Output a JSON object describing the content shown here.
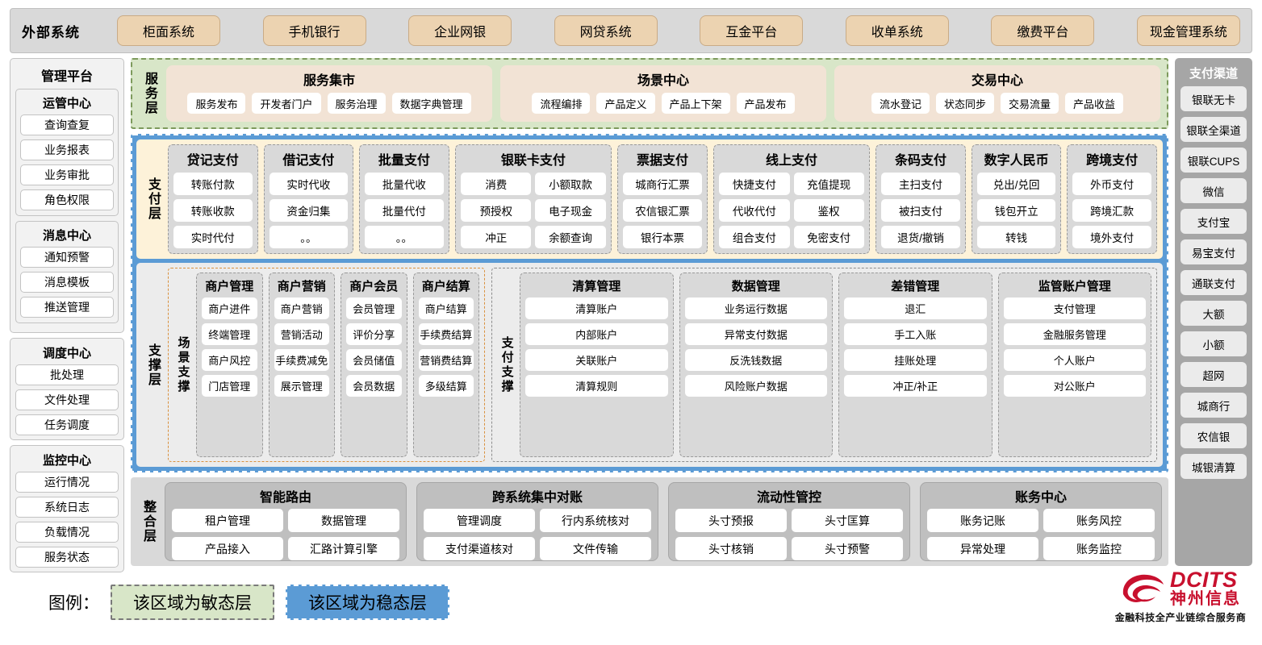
{
  "external": {
    "title": "外部系统",
    "items": [
      "柜面系统",
      "手机银行",
      "企业网银",
      "网贷系统",
      "互金平台",
      "收单系统",
      "缴费平台",
      "现金管理系统"
    ]
  },
  "management": {
    "title": "管理平台",
    "groups": [
      {
        "title": "运管中心",
        "items": [
          "查询查复",
          "业务报表",
          "业务审批",
          "角色权限"
        ]
      },
      {
        "title": "消息中心",
        "items": [
          "通知预警",
          "消息模板",
          "推送管理"
        ]
      }
    ],
    "standalone": [
      {
        "title": "调度中心",
        "items": [
          "批处理",
          "文件处理",
          "任务调度"
        ]
      },
      {
        "title": "监控中心",
        "items": [
          "运行情况",
          "系统日志",
          "负载情况",
          "服务状态"
        ]
      }
    ]
  },
  "service_layer": {
    "label": "服务层",
    "groups": [
      {
        "title": "服务集市",
        "items": [
          "服务发布",
          "开发者门户",
          "服务治理",
          "数据字典管理"
        ]
      },
      {
        "title": "场景中心",
        "items": [
          "流程编排",
          "产品定义",
          "产品上下架",
          "产品发布"
        ]
      },
      {
        "title": "交易中心",
        "items": [
          "流水登记",
          "状态同步",
          "交易流量",
          "产品收益"
        ]
      }
    ]
  },
  "pay_layer": {
    "label": "支付层",
    "groups": [
      {
        "title": "贷记支付",
        "cols": 1,
        "items": [
          "转账付款",
          "转账收款",
          "实时代付"
        ]
      },
      {
        "title": "借记支付",
        "cols": 1,
        "items": [
          "实时代收",
          "资金归集",
          "。。"
        ]
      },
      {
        "title": "批量支付",
        "cols": 1,
        "items": [
          "批量代收",
          "批量代付",
          "。。"
        ]
      },
      {
        "title": "银联卡支付",
        "cols": 2,
        "items": [
          "消费",
          "小额取款",
          "预授权",
          "电子现金",
          "冲正",
          "余额查询"
        ]
      },
      {
        "title": "票据支付",
        "cols": 1,
        "items": [
          "城商行汇票",
          "农信银汇票",
          "银行本票"
        ]
      },
      {
        "title": "线上支付",
        "cols": 2,
        "items": [
          "快捷支付",
          "充值提现",
          "代收代付",
          "鉴权",
          "组合支付",
          "免密支付"
        ]
      },
      {
        "title": "条码支付",
        "cols": 1,
        "items": [
          "主扫支付",
          "被扫支付",
          "退货/撤销"
        ]
      },
      {
        "title": "数字人民币",
        "cols": 1,
        "items": [
          "兑出/兑回",
          "钱包开立",
          "转钱"
        ]
      },
      {
        "title": "跨境支付",
        "cols": 1,
        "items": [
          "外币支付",
          "跨境汇款",
          "境外支付"
        ]
      }
    ]
  },
  "support_layer": {
    "label": "支撑层",
    "zones": [
      {
        "label": "场景支撑",
        "groups": [
          {
            "title": "商户管理",
            "items": [
              "商户进件",
              "终端管理",
              "商户风控",
              "门店管理"
            ]
          },
          {
            "title": "商户营销",
            "items": [
              "商户营销",
              "营销活动",
              "手续费减免",
              "展示管理"
            ]
          },
          {
            "title": "商户会员",
            "items": [
              "会员管理",
              "评价分享",
              "会员储值",
              "会员数据"
            ]
          },
          {
            "title": "商户结算",
            "items": [
              "商户结算",
              "手续费结算",
              "营销费结算",
              "多级结算"
            ]
          }
        ]
      },
      {
        "label": "支付支撑",
        "groups": [
          {
            "title": "清算管理",
            "items": [
              "清算账户",
              "内部账户",
              "关联账户",
              "清算规则"
            ]
          },
          {
            "title": "数据管理",
            "items": [
              "业务运行数据",
              "异常支付数据",
              "反洗钱数据",
              "风险账户数据"
            ]
          },
          {
            "title": "差错管理",
            "items": [
              "退汇",
              "手工入账",
              "挂账处理",
              "冲正/补正"
            ]
          },
          {
            "title": "监管账户管理",
            "items": [
              "支付管理",
              "金融服务管理",
              "个人账户",
              "对公账户"
            ]
          }
        ]
      }
    ]
  },
  "integration_layer": {
    "label": "整合层",
    "groups": [
      {
        "title": "智能路由",
        "items": [
          "租户管理",
          "数据管理",
          "产品接入",
          "汇路计算引擎"
        ]
      },
      {
        "title": "跨系统集中对账",
        "items": [
          "管理调度",
          "行内系统核对",
          "支付渠道核对",
          "文件传输"
        ]
      },
      {
        "title": "流动性管控",
        "items": [
          "头寸预报",
          "头寸匡算",
          "头寸核销",
          "头寸预警"
        ]
      },
      {
        "title": "账务中心",
        "items": [
          "账务记账",
          "账务风控",
          "异常处理",
          "账务监控"
        ]
      }
    ]
  },
  "channels": {
    "title": "支付渠道",
    "items": [
      "银联无卡",
      "银联全渠道",
      "银联CUPS",
      "微信",
      "支付宝",
      "易宝支付",
      "通联支付",
      "大额",
      "小额",
      "超网",
      "城商行",
      "农信银",
      "城银清算"
    ]
  },
  "legend": {
    "label": "图例：",
    "agile": "该区域为敏态层",
    "stable": "该区域为稳态层",
    "agile_color": "#d8e6c8",
    "stable_color": "#5b9bd5"
  },
  "logo": {
    "brand": "DCITS",
    "brand_cn": "神州信息",
    "tagline": "金融科技全产业链综合服务商",
    "color": "#c8102e"
  }
}
